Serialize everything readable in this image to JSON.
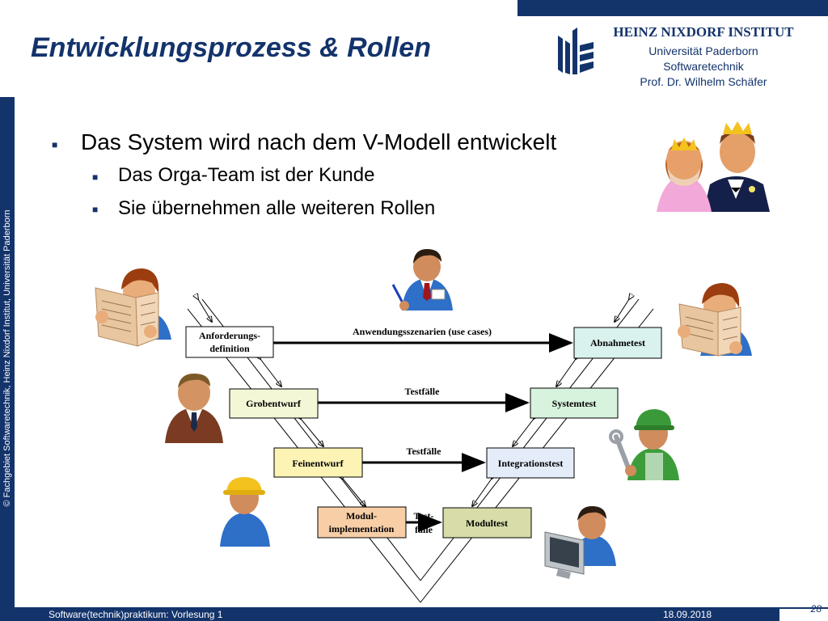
{
  "header": {
    "title": "Entwicklungsprozess & Rollen",
    "institute": {
      "name": "HEINZ NIXDORF INSTITUT",
      "university": "Universität Paderborn",
      "department": "Softwaretechnik",
      "professor": "Prof. Dr. Wilhelm Schäfer"
    }
  },
  "sidebar": {
    "copyright": "© Fachgebiet Softwaretechnik, Heinz Nixdorf Institut, Universität Paderborn"
  },
  "bullets": [
    {
      "level": 1,
      "text": "Das System wird nach dem V-Modell entwickelt"
    },
    {
      "level": 2,
      "text": "Das Orga-Team ist der Kunde"
    },
    {
      "level": 2,
      "text": "Sie übernehmen alle weiteren Rollen"
    }
  ],
  "vmodel": {
    "left": [
      {
        "line1": "Anforderungs-",
        "line2": "definition",
        "color": "#ffffff"
      },
      {
        "line1": "Grobentwurf",
        "line2": "",
        "color": "#f4f7d6"
      },
      {
        "line1": "Feinentwurf",
        "line2": "",
        "color": "#fcf3b4"
      },
      {
        "line1": "Modul-",
        "line2": "implementation",
        "color": "#f7cea6"
      }
    ],
    "right": [
      {
        "line1": "Abnahmetest",
        "line2": "",
        "color": "#d9f2ee"
      },
      {
        "line1": "Systemtest",
        "line2": "",
        "color": "#d8f3dd"
      },
      {
        "line1": "Integrationstest",
        "line2": "",
        "color": "#e3ecf8"
      },
      {
        "line1": "Modultest",
        "line2": "",
        "color": "#d7dca9"
      }
    ],
    "arrows": [
      {
        "line1": "Anwendungsszenarien (use cases)",
        "line2": ""
      },
      {
        "line1": "Testfälle",
        "line2": ""
      },
      {
        "line1": "Testfälle",
        "line2": ""
      },
      {
        "line1": "Test-",
        "line2": "fälle"
      }
    ]
  },
  "footer": {
    "course": "Software(technik)praktikum: Vorlesung 1",
    "date": "18.09.2018",
    "page": "28"
  },
  "colors": {
    "brand": "#13336b"
  }
}
